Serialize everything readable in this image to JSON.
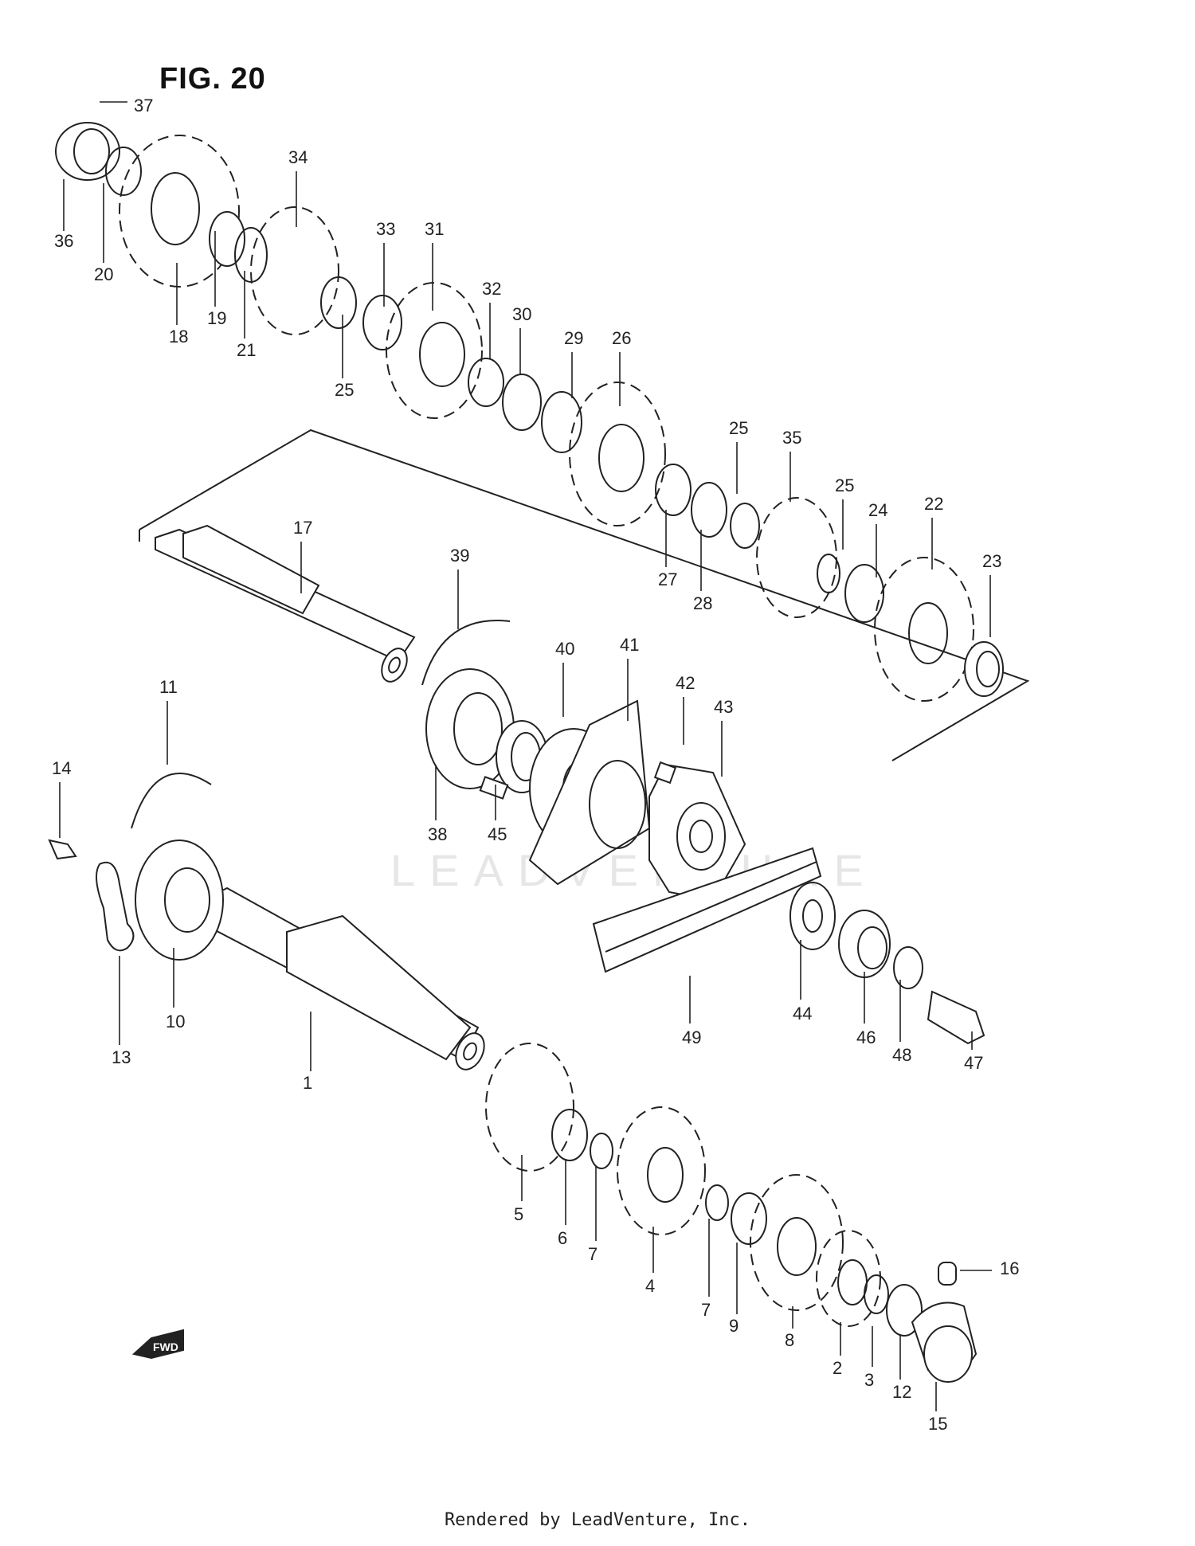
{
  "figure": {
    "title": "FIG. 20",
    "footer": "Rendered by LeadVenture, Inc.",
    "watermark": "LEADVENTURE",
    "fwd_label": "FWD"
  },
  "parts": [
    {
      "id": "p1",
      "label": "1"
    },
    {
      "id": "p2",
      "label": "2"
    },
    {
      "id": "p3",
      "label": "3"
    },
    {
      "id": "p4",
      "label": "4"
    },
    {
      "id": "p5",
      "label": "5"
    },
    {
      "id": "p6",
      "label": "6"
    },
    {
      "id": "p7a",
      "label": "7"
    },
    {
      "id": "p7b",
      "label": "7"
    },
    {
      "id": "p8",
      "label": "8"
    },
    {
      "id": "p9",
      "label": "9"
    },
    {
      "id": "p10",
      "label": "10"
    },
    {
      "id": "p11",
      "label": "11"
    },
    {
      "id": "p12",
      "label": "12"
    },
    {
      "id": "p13",
      "label": "13"
    },
    {
      "id": "p14",
      "label": "14"
    },
    {
      "id": "p15",
      "label": "15"
    },
    {
      "id": "p16",
      "label": "16"
    },
    {
      "id": "p17",
      "label": "17"
    },
    {
      "id": "p18",
      "label": "18"
    },
    {
      "id": "p19",
      "label": "19"
    },
    {
      "id": "p20",
      "label": "20"
    },
    {
      "id": "p21",
      "label": "21"
    },
    {
      "id": "p22",
      "label": "22"
    },
    {
      "id": "p23",
      "label": "23"
    },
    {
      "id": "p24",
      "label": "24"
    },
    {
      "id": "p25a",
      "label": "25"
    },
    {
      "id": "p25b",
      "label": "25"
    },
    {
      "id": "p25c",
      "label": "25"
    },
    {
      "id": "p26",
      "label": "26"
    },
    {
      "id": "p27",
      "label": "27"
    },
    {
      "id": "p28",
      "label": "28"
    },
    {
      "id": "p29",
      "label": "29"
    },
    {
      "id": "p30",
      "label": "30"
    },
    {
      "id": "p31",
      "label": "31"
    },
    {
      "id": "p32",
      "label": "32"
    },
    {
      "id": "p33",
      "label": "33"
    },
    {
      "id": "p34",
      "label": "34"
    },
    {
      "id": "p35",
      "label": "35"
    },
    {
      "id": "p36",
      "label": "36"
    },
    {
      "id": "p37",
      "label": "37"
    },
    {
      "id": "p38",
      "label": "38"
    },
    {
      "id": "p39",
      "label": "39"
    },
    {
      "id": "p40",
      "label": "40"
    },
    {
      "id": "p41",
      "label": "41"
    },
    {
      "id": "p42",
      "label": "42"
    },
    {
      "id": "p43",
      "label": "43"
    },
    {
      "id": "p44",
      "label": "44"
    },
    {
      "id": "p45",
      "label": "45"
    },
    {
      "id": "p46",
      "label": "46"
    },
    {
      "id": "p47",
      "label": "47"
    },
    {
      "id": "p48",
      "label": "48"
    },
    {
      "id": "p49",
      "label": "49"
    }
  ]
}
